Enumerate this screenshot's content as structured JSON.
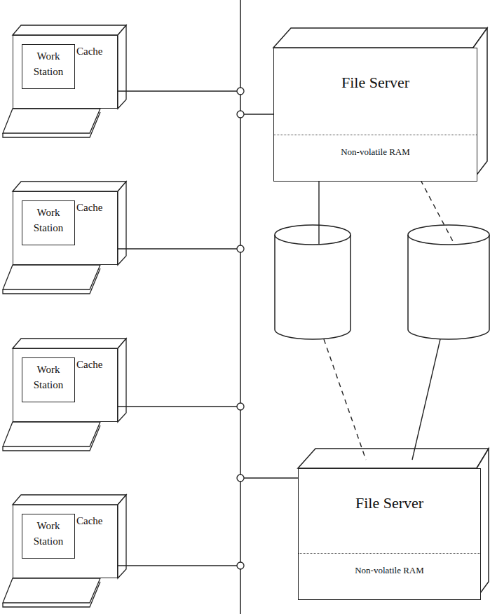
{
  "diagram": {
    "nodes": [
      {
        "text": [
          "Cache"
        ]
      },
      {
        "text": [
          "Work Station"
        ],
        "in": 0
      },
      {
        "text": [
          "File Server",
          "Non-volatile RAM"
        ]
      },
      {
        "text": [
          "Cache"
        ]
      },
      {
        "text": [
          "Work Station"
        ],
        "in": 3
      },
      {
        "text": [
          "Cache"
        ]
      },
      {
        "text": [
          "Work Station"
        ],
        "in": 5
      },
      {
        "text": [
          "File Server",
          "Non-volatile RAM"
        ]
      },
      {
        "text": [
          "Cache"
        ]
      },
      {
        "text": [
          "Work Station"
        ],
        "in": 8
      }
    ]
  }
}
